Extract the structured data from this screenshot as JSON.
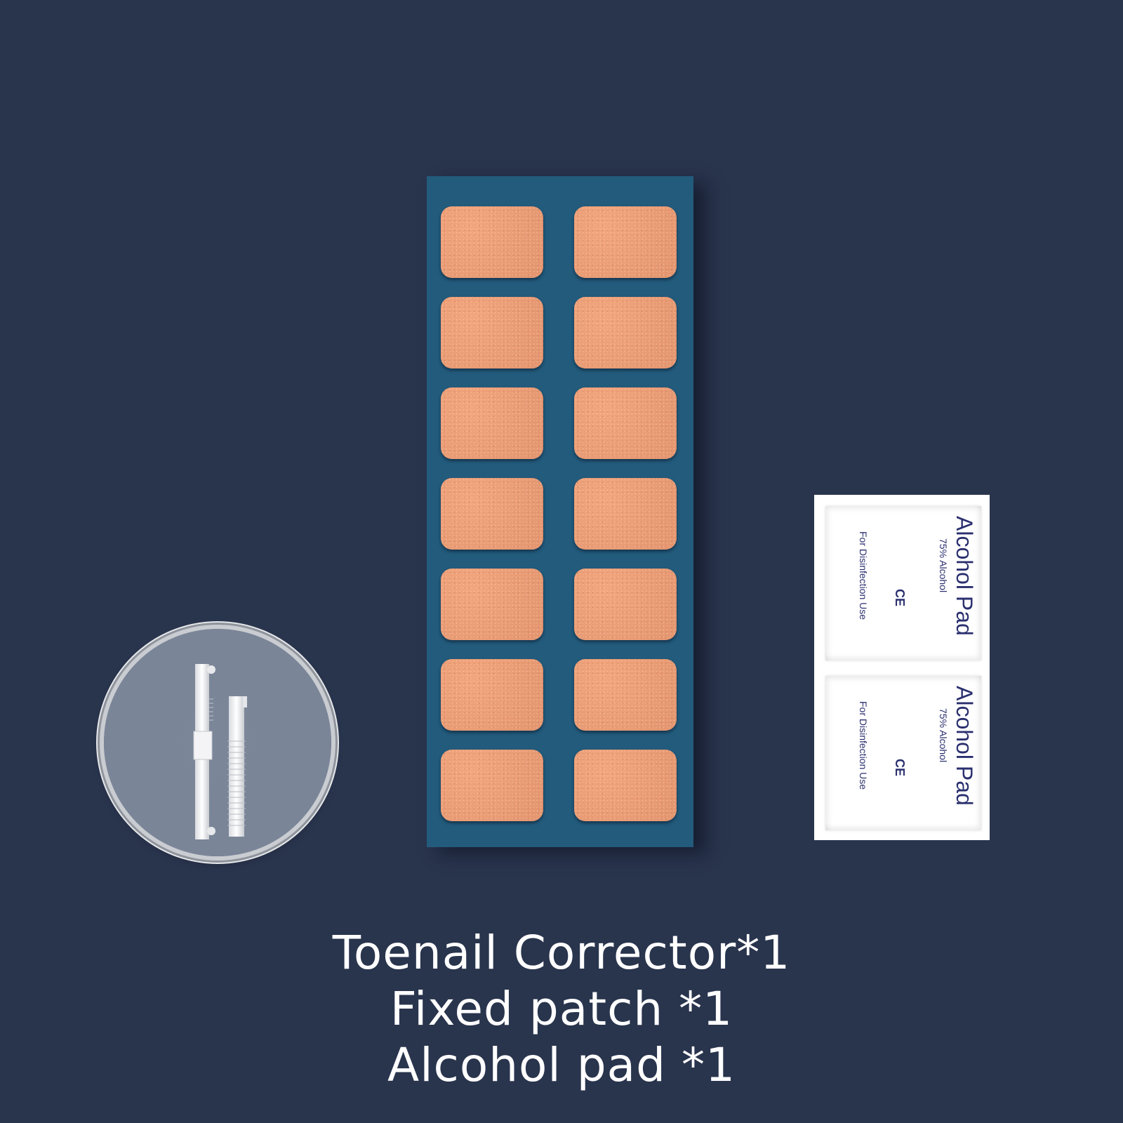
{
  "colors": {
    "background": "#29344d",
    "patch_sheet": "#235b7c",
    "patch": "#e99b74",
    "pad_text": "#2a2f6e",
    "caption": "#ffffff"
  },
  "patch_sheet": {
    "rows": 7,
    "columns": 2
  },
  "alcohol_pads": [
    {
      "title": "Alcohol Pad",
      "subtitle": "75% Alcohol",
      "mark": "CE",
      "usage": "For Disinfection Use"
    },
    {
      "title": "Alcohol Pad",
      "subtitle": "75% Alcohol",
      "mark": "CE",
      "usage": "For Disinfection Use"
    }
  ],
  "caption": {
    "line1": "Toenail Corrector*1",
    "line2": "Fixed patch *1",
    "line3": "Alcohol pad *1"
  }
}
